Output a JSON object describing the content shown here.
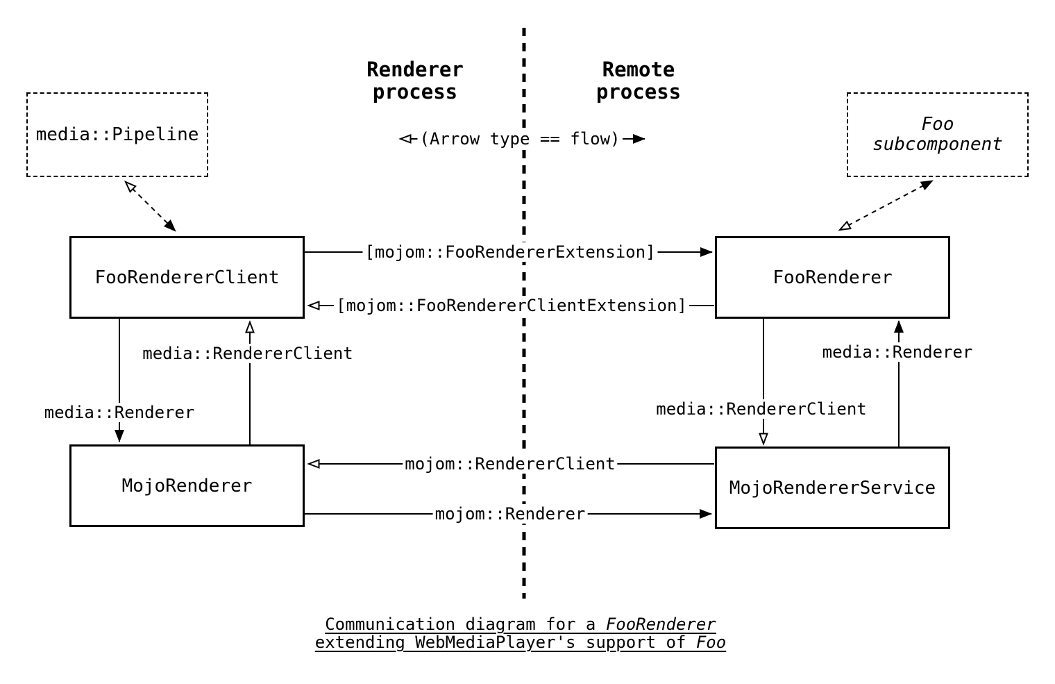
{
  "diagram": {
    "processes": {
      "left": "Renderer\nprocess",
      "right": "Remote\nprocess"
    },
    "legend": {
      "text": "(Arrow type == flow)",
      "left_arrow_type": "open",
      "right_arrow_type": "filled"
    },
    "nodes": {
      "pipeline": {
        "label": "media::Pipeline",
        "border": "dashed"
      },
      "foo_renderer_client": {
        "label": "FooRendererClient",
        "border": "solid"
      },
      "mojo_renderer": {
        "label": "MojoRenderer",
        "border": "solid"
      },
      "foo_subcomponent": {
        "label": "Foo\nsubcomponent",
        "border": "dashed",
        "italic": true
      },
      "foo_renderer": {
        "label": "FooRenderer",
        "border": "solid"
      },
      "mojo_renderer_service": {
        "label": "MojoRendererService",
        "border": "solid"
      }
    },
    "edges": {
      "pipeline_client": {
        "from": "FooRendererClient",
        "to": "media::Pipeline",
        "label": "",
        "line": "dashed",
        "head_at_pipeline": "open",
        "head_at_client": "filled"
      },
      "renderer_extension": {
        "from": "FooRendererClient",
        "to": "FooRenderer",
        "label": "[mojom::FooRendererExtension]",
        "line": "solid",
        "head": "filled"
      },
      "renderer_client_extension": {
        "from": "FooRenderer",
        "to": "FooRendererClient",
        "label": "[mojom::FooRendererClientExtension]",
        "line": "solid",
        "head": "open"
      },
      "media_renderer_left": {
        "from": "FooRendererClient",
        "to": "MojoRenderer",
        "label": "media::Renderer",
        "line": "solid",
        "head": "filled"
      },
      "media_renderer_client_left": {
        "from": "MojoRenderer",
        "to": "FooRendererClient",
        "label": "media::RendererClient",
        "line": "solid",
        "head": "open"
      },
      "subcomponent_link": {
        "from": "FooRenderer",
        "to": "Foo subcomponent",
        "label": "",
        "line": "dashed",
        "head_at_subcomponent": "filled",
        "head_at_renderer": "open"
      },
      "media_renderer_client_right": {
        "from": "FooRenderer",
        "to": "MojoRendererService",
        "label": "media::RendererClient",
        "line": "solid",
        "head": "open"
      },
      "media_renderer_right": {
        "from": "MojoRendererService",
        "to": "FooRenderer",
        "label": "media::Renderer",
        "line": "solid",
        "head": "filled"
      },
      "mojom_renderer_client": {
        "from": "MojoRendererService",
        "to": "MojoRenderer",
        "label": "mojom::RendererClient",
        "line": "solid",
        "head": "open"
      },
      "mojom_renderer": {
        "from": "MojoRenderer",
        "to": "MojoRendererService",
        "label": "mojom::Renderer",
        "line": "solid",
        "head": "filled"
      }
    },
    "caption": {
      "line1_text": "Communication diagram for a ",
      "line1_em": "FooRenderer",
      "line2_text": "extending WebMediaPlayer's support of ",
      "line2_em": "Foo"
    },
    "colors": {
      "ink": "#000000",
      "background": "#ffffff"
    }
  }
}
